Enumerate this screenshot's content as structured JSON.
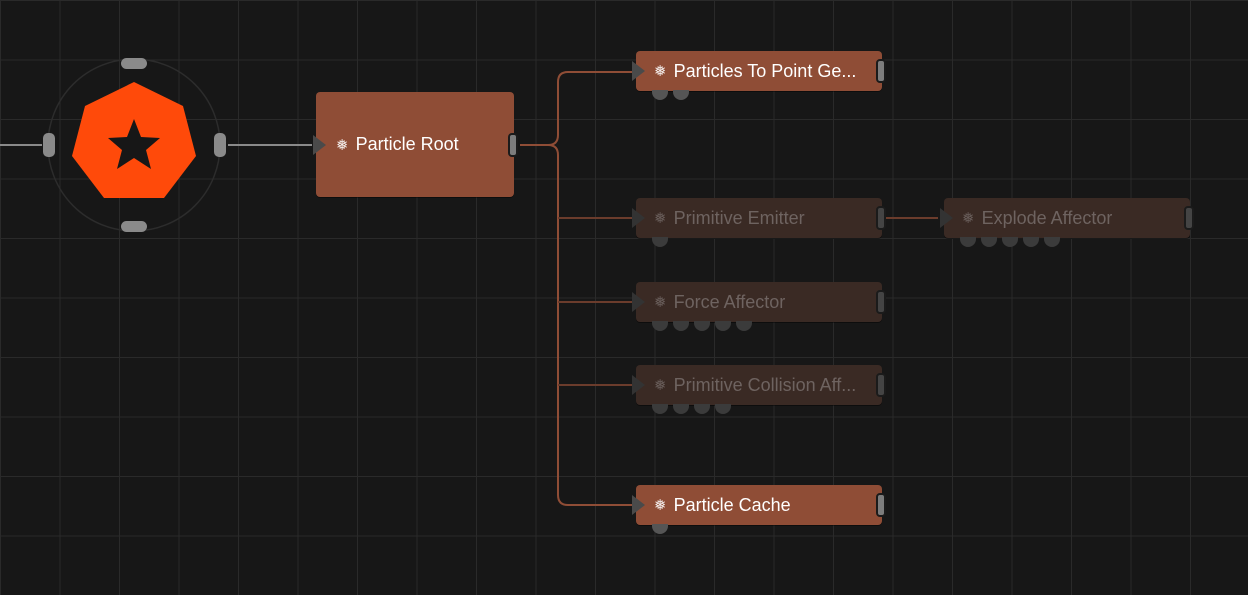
{
  "graph": {
    "root_node": {
      "label": "Particle Root",
      "icon": "particle-icon"
    },
    "child_nodes": [
      {
        "label": "Particles To Point Ge...",
        "state": "active"
      },
      {
        "label": "Primitive Emitter",
        "state": "disabled"
      },
      {
        "label": "Force Affector",
        "state": "disabled"
      },
      {
        "label": "Primitive Collision Aff...",
        "state": "disabled"
      },
      {
        "label": "Particle Cache",
        "state": "active"
      }
    ],
    "chained_node": {
      "label": "Explode Affector",
      "state": "disabled"
    },
    "node_icon_glyph": "❅",
    "colors": {
      "accent": "#ff4a0a",
      "node_active": "#8f4d36",
      "node_disabled": "#3a2a24",
      "wire": "#8f4d36",
      "background": "#171717"
    }
  }
}
